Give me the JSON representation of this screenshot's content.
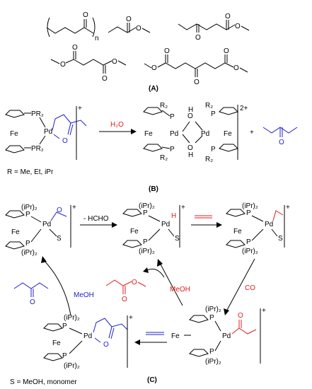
{
  "panels": {
    "a_label": "(A)",
    "b_label": "(B)",
    "c_label": "(C)"
  },
  "panel_a": {
    "o": "O",
    "n": "n"
  },
  "panel_b": {
    "charge_plus": "+",
    "charge_2plus": "2+",
    "plus": "+",
    "arrow_label": "H₂O",
    "fe": "Fe",
    "pd": "Pd",
    "o": "O",
    "oh_h": "H",
    "pr2": "PR₂",
    "r2": "R₂",
    "p": "P",
    "r_legend": "R = Me, Et, iPr"
  },
  "panel_c": {
    "top_arrow_1": "- HCHO",
    "down_arrow": "CO",
    "meoh_left": "MeOH",
    "meoh_mid": "MeOH",
    "pr2": "(iPr)₂",
    "p": "P",
    "fe": "Fe",
    "pd": "Pd",
    "s": "S",
    "h": "H",
    "o": "O",
    "plus": "+",
    "s_legend": "S = MeOH, monomer"
  }
}
